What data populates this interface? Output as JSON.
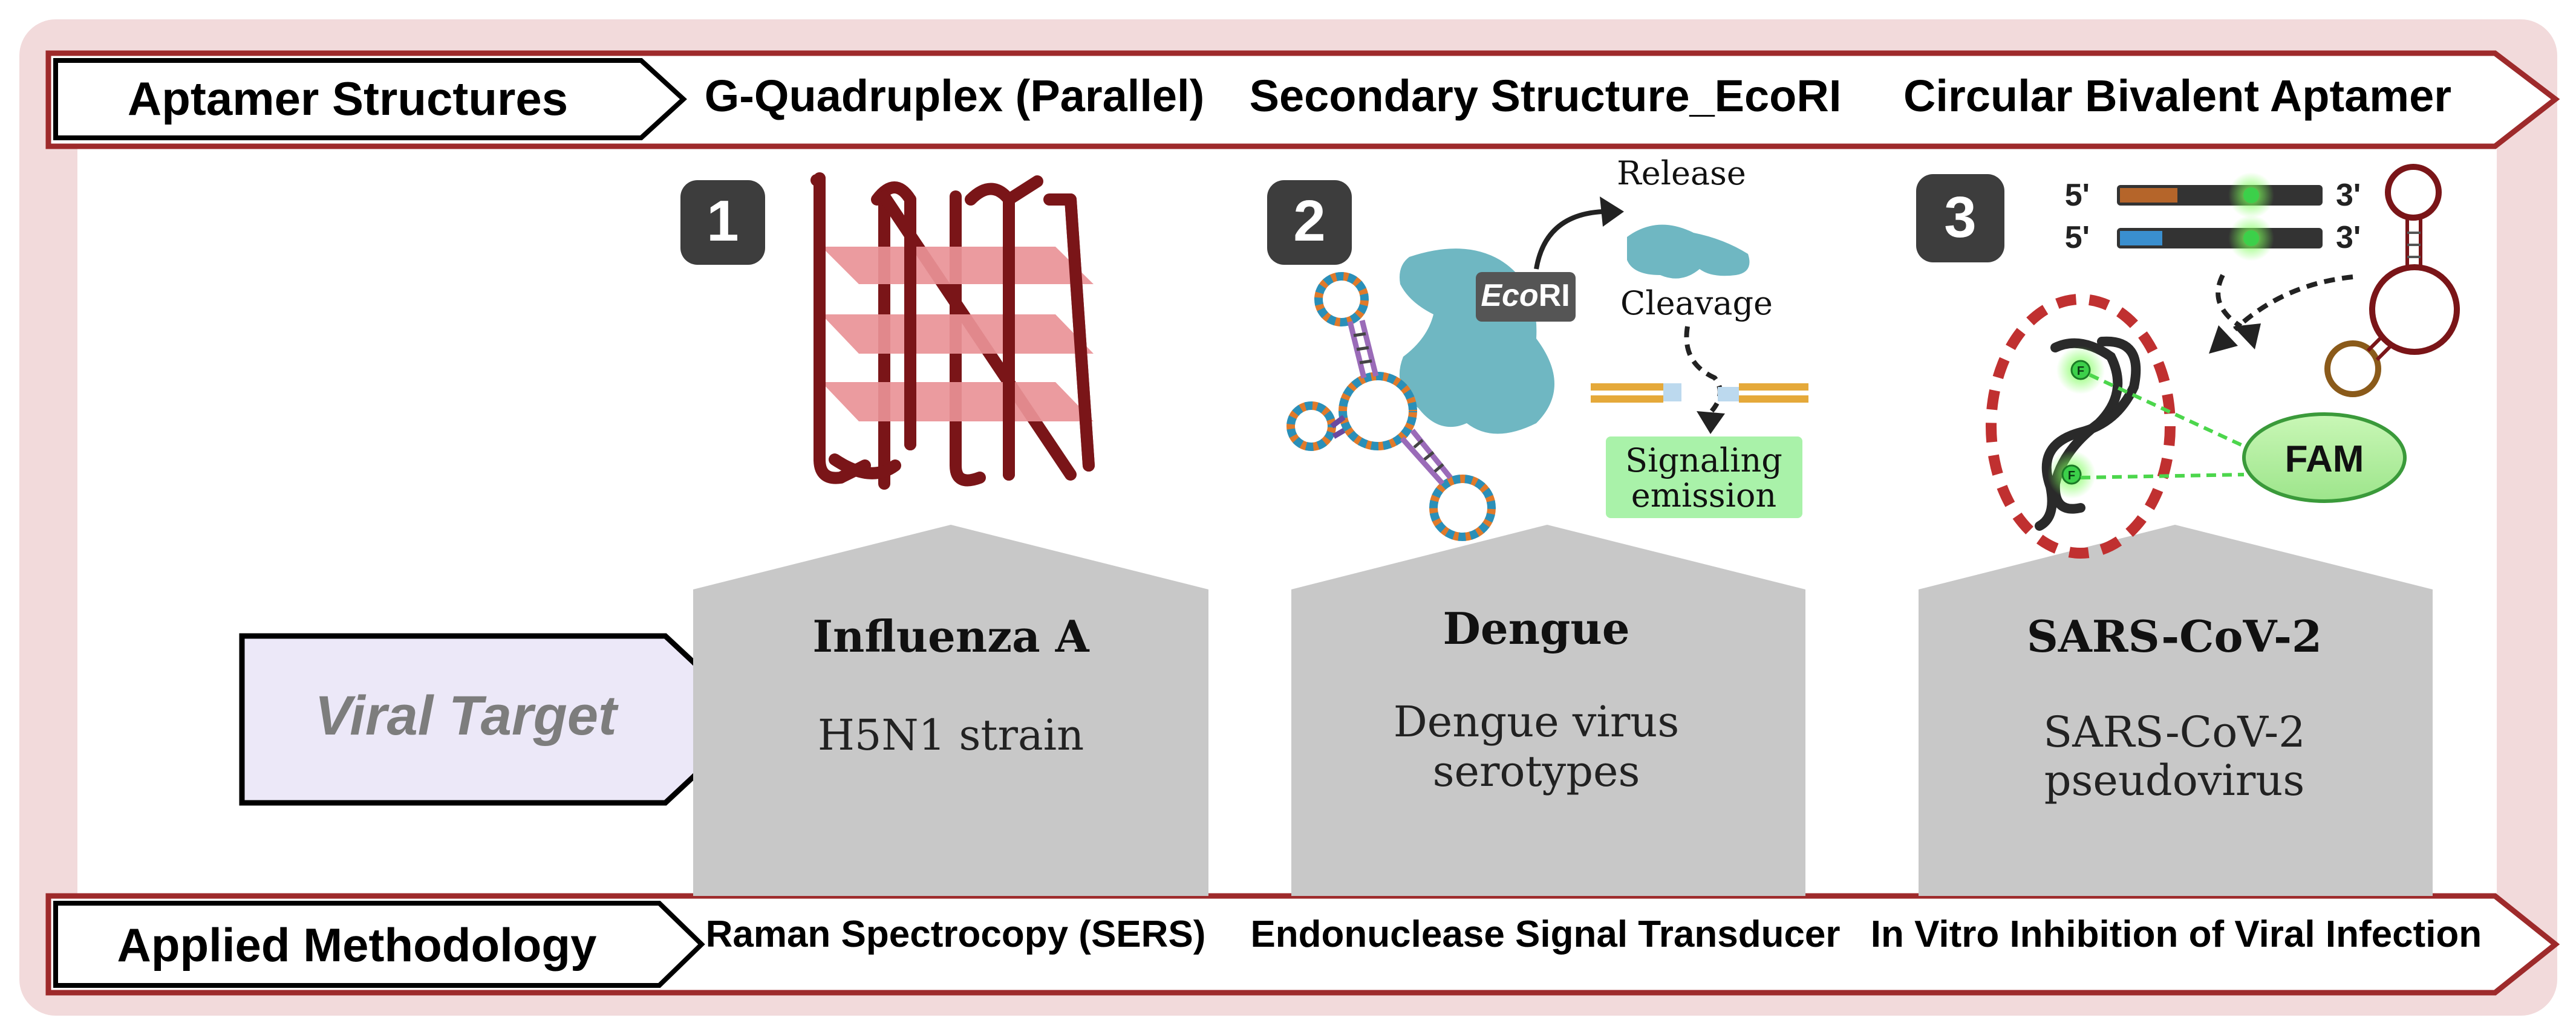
{
  "header": {
    "label": "Aptamer Structures",
    "columns": [
      "G-Quadruplex (Parallel)",
      "Secondary Structure_EcoRI",
      "Circular Bivalent Aptamer"
    ]
  },
  "footer": {
    "label": "Applied Methodology",
    "columns": [
      "Raman Spectrocopy (SERS)",
      "Endonuclease Signal Transducer",
      "In Vitro Inhibition of Viral Infection"
    ]
  },
  "viral_target_label": "Viral Target",
  "steps": [
    "1",
    "2",
    "3"
  ],
  "targets": [
    {
      "name": "Influenza A",
      "lines": [
        "H5N1 strain"
      ]
    },
    {
      "name": "Dengue",
      "lines": [
        "Dengue virus",
        "serotypes"
      ]
    },
    {
      "name": "SARS-CoV-2",
      "lines": [
        "SARS-CoV-2",
        "pseudovirus"
      ]
    }
  ],
  "panel2": {
    "enzyme_italic": "Eco",
    "enzyme_rest": "RI",
    "release": "Release",
    "cleavage": "Cleavage",
    "signal_lines": [
      "Signaling",
      "emission"
    ]
  },
  "panel3": {
    "strand_labels": {
      "five": "5'",
      "three": "3'"
    },
    "fluor_mark": "F",
    "fam": "FAM"
  },
  "colors": {
    "frame_border": "#9e2a2b",
    "frame_fill": "#f2dadb",
    "quad_strand": "#7a1518",
    "quad_plane": "#e99397",
    "target_pent": "#c8c8c8",
    "viral_arrow_fill": "#ece8f8",
    "step_badge": "#3d3d3d",
    "enzyme_teal": "#6fb7c2",
    "signal_green": "#a9f2a9",
    "fam_green": "#b9f3a5",
    "dash_red": "#c03030"
  }
}
